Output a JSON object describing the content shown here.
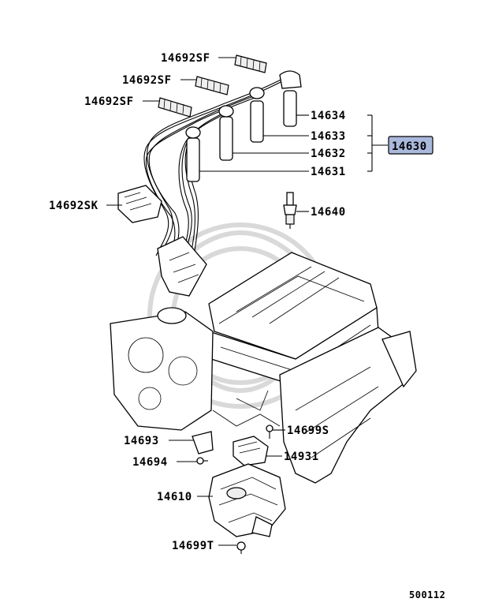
{
  "parts": {
    "p14692SF_a": "14692SF",
    "p14692SF_b": "14692SF",
    "p14692SF_c": "14692SF",
    "p14634": "14634",
    "p14633": "14633",
    "p14632": "14632",
    "p14631": "14631",
    "p14630": "14630",
    "p14692SK": "14692SK",
    "p14640": "14640",
    "p14693": "14693",
    "p14699S": "14699S",
    "p14694": "14694",
    "p14931": "14931",
    "p14610": "14610",
    "p14699T": "14699T"
  },
  "diagram_id": "500112",
  "colors": {
    "group_ref_fill": "#aab8dc",
    "ink": "#000000",
    "watermark": "#d9d9d9"
  },
  "icons": [
    "ignition-cable-set",
    "cable-clamp",
    "cable-holder",
    "spark-plug",
    "cylinder-head",
    "intake-manifold",
    "distributor",
    "ignition-coil",
    "bolt",
    "bracket"
  ]
}
